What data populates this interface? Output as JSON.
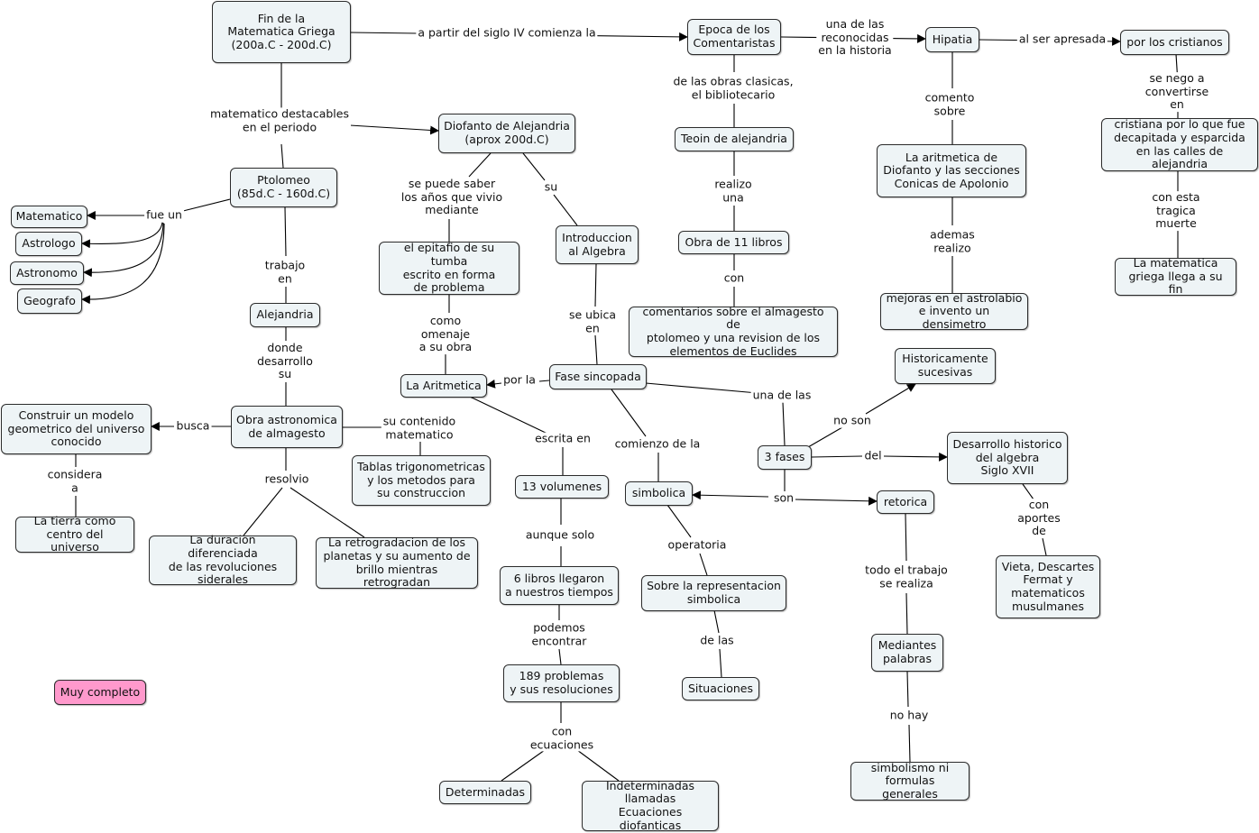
{
  "nodes": {
    "fin_griega": "Fin de la\nMatematica Griega\n(200a.C - 200d.C)",
    "epoca": "Epoca de los\nComentaristas",
    "hipatia": "Hipatia",
    "por_cristianos": "por los cristianos",
    "diofanto": "Diofanto de Alejandria\n(aprox 200d.C)",
    "ptolomeo": "Ptolomeo\n(85d.C - 160d.C)",
    "matematico": "Matematico",
    "astrologo": "Astrologo",
    "astronomo": "Astronomo",
    "geografo": "Geografo",
    "teoin": "Teoin de alejandria",
    "aritmetica_diofanto": "La aritmetica de\nDiofanto y las secciones\nConicas de Apolonio",
    "cristiana": "cristiana por lo que fue\ndecapitada y esparcida\nen las calles de alejandria",
    "epitafio": "el epitafio de su tumba\nescrito en forma\nde problema",
    "introduccion": "Introduccion\nal Algebra",
    "obra11": "Obra de 11 libros",
    "griega_fin": "La matematica\ngriega llega a su fin",
    "alejandria": "Alejandria",
    "comentarios": "comentarios sobre el almagesto de\nptolomeo y una revision de los\nelementos de Euclides",
    "mejoras": "mejoras en el astrolabio\ne invento un densimetro",
    "historicamente": "Historicamente\nsucesivas",
    "la_aritmetica": "La Aritmetica",
    "fase_sincopada": "Fase sincopada",
    "construir": "Construir un modelo\ngeometrico del universo\nconocido",
    "obra_astronomica": "Obra astronomica\nde almagesto",
    "tablas": "Tablas trigonometricas\ny los metodos  para\nsu construccion",
    "tres_fases": "3 fases",
    "desarrollo": "Desarrollo historico\ndel algebra\nSiglo XVII",
    "trece_volumenes": "13 volumenes",
    "simbolica": "simbolica",
    "retorica": "retorica",
    "tierra": "La tierra como\ncentro del universo",
    "duracion": "La duracion diferenciada\nde las revoluciones\nsiderales",
    "retrogradacion": "La retrogradacion de los\nplanetas y su aumento de\nbrillo mientras retrogradan",
    "seis_libros": "6 libros llegaron\na nuestros tiempos",
    "representacion": "Sobre la representacion\nsimbolica",
    "vieta": "Vieta, Descartes\nFermat y\nmatematicos\nmusulmanes",
    "mediantes": "Mediantes\npalabras",
    "muy_completo": "Muy completo",
    "problemas189": "189 problemas\ny sus resoluciones",
    "situaciones": "Situaciones",
    "simbolismo": "simbolismo ni\nformulas generales",
    "determinadas": "Determinadas",
    "indeterminadas": "Indeterminadas\nllamadas\nEcuaciones diofanticas"
  },
  "links": {
    "a_partir": "a partir del siglo IV comienza la",
    "una_de_las_reconocidas": "una de las\nreconocidas\nen la historia",
    "al_ser_apresada": "al ser apresada",
    "matematico_destacables": "matematico destacables\nen el periodo",
    "fue_un": "fue un",
    "de_las_obras": "de las obras clasicas,\nel bibliotecario",
    "comento_sobre": "comento\nsobre",
    "se_nego": "se nego a convertirse en",
    "se_puede_saber": "se puede saber\nlos años que vivio\nmediante",
    "su": "su",
    "realizo_una": "realizo\nuna",
    "con_esta_tragica": "con esta tragica\nmuerte",
    "trabajo_en": "trabajo\nen",
    "ademas_realizo": "ademas\nrealizo",
    "con_obra": "con",
    "como_omenaje": "como\nomenaje\na su obra",
    "se_ubica_en": "se ubica\nen",
    "donde_desarrollo": "donde\ndesarrollo\nsu",
    "por_la": "por la",
    "una_de_las": "una de las",
    "no_son": "no son",
    "busca": "busca",
    "su_contenido": "su contenido\nmatematico",
    "escrita_en": "escrita en",
    "comienzo_de_la": "comienzo de la",
    "del": "del",
    "considera_a": "considera\na",
    "resolvio": "resolvio",
    "son": "son",
    "con_aportes": "con\naportes\nde",
    "aunque_solo": "aunque solo",
    "operatoria": "operatoria",
    "todo_el_trabajo": "todo el trabajo\nse realiza",
    "podemos_encontrar": "podemos\nencontrar",
    "de_las": "de las",
    "no_hay": "no hay",
    "con_ecuaciones": "con\necuaciones"
  },
  "colors": {
    "node_fill": "#eef4f6",
    "node_border": "#2b2b2b",
    "highlight_fill": "#ff99cc",
    "line": "#000000"
  }
}
